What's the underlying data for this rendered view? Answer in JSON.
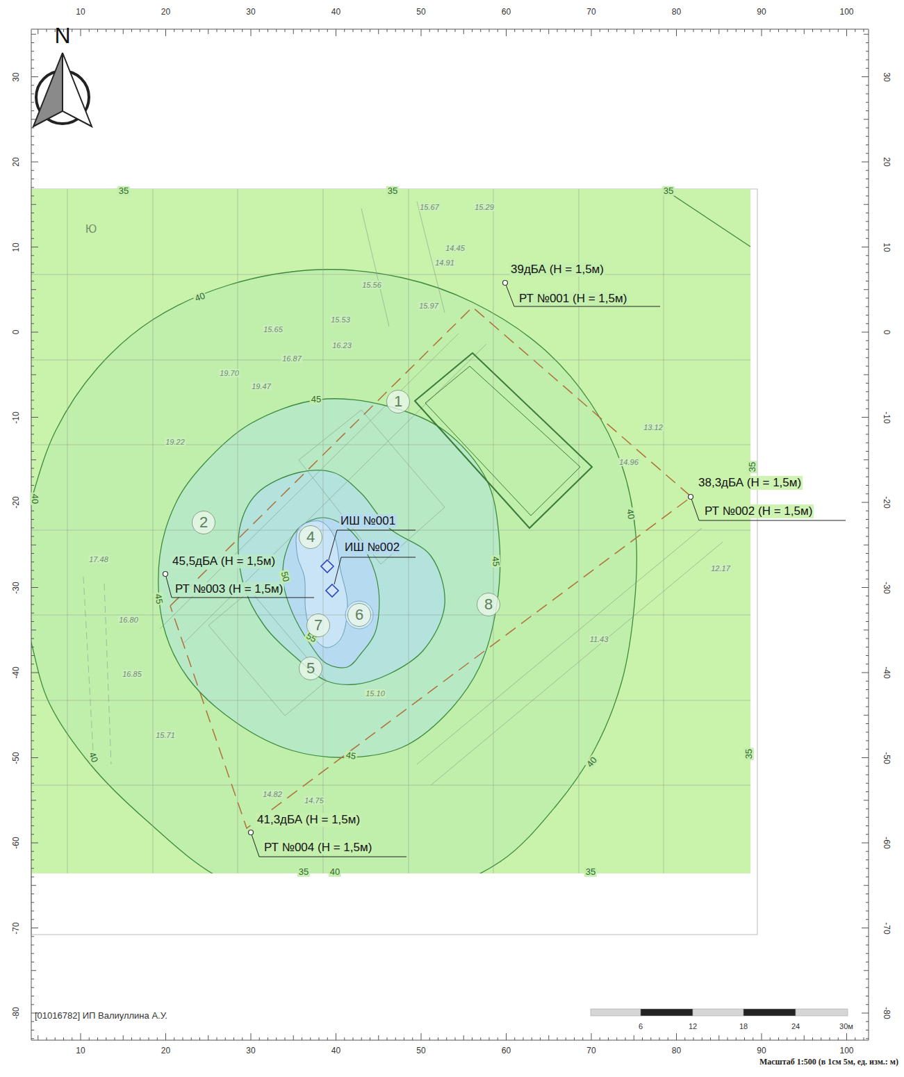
{
  "diagram": {
    "nodes": [
      {
        "text": [
          "39дБА (H = 1,5м)",
          "РТ №001 (H = 1,5м)"
        ]
      },
      {
        "text": [
          "1"
        ]
      },
      {
        "text": [
          "38,3дБА (H = 1,5м)",
          "РТ №002 (H = 1,5м)"
        ]
      },
      {
        "text": [
          "2"
        ]
      },
      {
        "text": [
          "4"
        ]
      },
      {
        "text": [
          "ИШ №001"
        ]
      },
      {
        "text": [
          "ИШ №002"
        ]
      },
      {
        "text": [
          "45,5дБА (H = 1,5м)",
          "РТ №003 (H = 1,5м)"
        ]
      },
      {
        "text": [
          "8"
        ]
      },
      {
        "text": [
          "7"
        ]
      },
      {
        "text": [
          "6"
        ]
      },
      {
        "text": [
          "5"
        ]
      },
      {
        "text": [
          "41,3дБА (H = 1,5м)",
          "РТ №004 (H = 1,5м)"
        ]
      }
    ],
    "labels": [
      "N",
      "10",
      "20",
      "30",
      "40",
      "50",
      "60",
      "70",
      "80",
      "90",
      "100",
      "10",
      "20",
      "30",
      "40",
      "50",
      "60",
      "70",
      "80",
      "90",
      "100",
      "30",
      "20",
      "10",
      "0",
      "-10",
      "-20",
      "-30",
      "-40",
      "-50",
      "-60",
      "-70",
      "-80",
      "30",
      "20",
      "10",
      "0",
      "-10",
      "-20",
      "-30",
      "-40",
      "-50",
      "-60",
      "-70",
      "-80",
      "35",
      "35",
      "35",
      "40",
      "40",
      "40",
      "40",
      "40",
      "45",
      "45",
      "45",
      "45",
      "50",
      "55",
      "35",
      "40",
      "35",
      "35",
      "35",
      "Ю",
      "15.67",
      "15.29",
      "14.45",
      "14.91",
      "15.56",
      "15.97",
      "15.65",
      "15.53",
      "16.23",
      "16.87",
      "19.70",
      "19.47",
      "19.22",
      "17.48",
      "16.80",
      "16.85",
      "15.71",
      "14.82",
      "14.75",
      "15.10",
      "14.96",
      "13.12",
      "12.17",
      "11.43",
      "6",
      "12",
      "18",
      "24",
      "30м",
      "[01016782] ИП Валиуллина А.У.",
      "Масштаб 1:500 (в 1см 5м, ед. изм.: м)"
    ]
  }
}
